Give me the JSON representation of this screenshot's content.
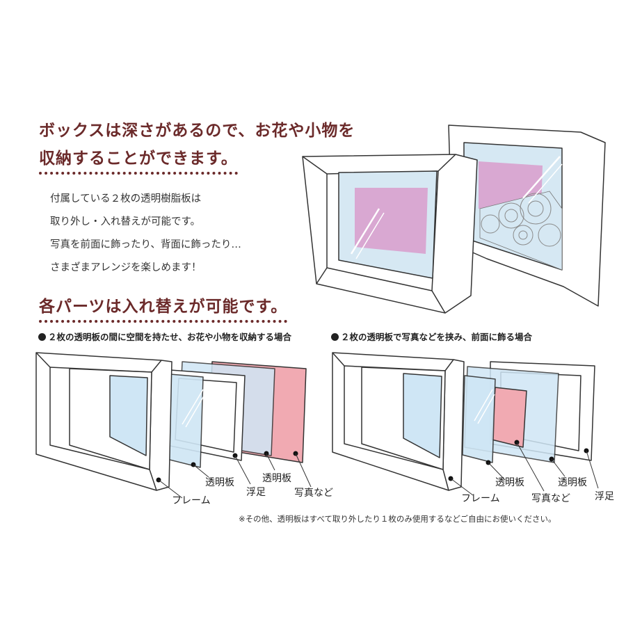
{
  "headings": {
    "line1": "ボックスは深さがあるので、お花や小物を",
    "line2": "収納することができます。",
    "parts": "各パーツは入れ替えが可能です。"
  },
  "intro": [
    "付属している２枚の透明樹脂板は",
    "取り外し・入れ替えが可能です。",
    "写真を前面に飾ったり、背面に飾ったり…",
    "さまざまアレンジを楽しめます！"
  ],
  "left_diagram": {
    "caption": "２枚の透明板の間に空間を持たせ、お花や小物を収納する場合",
    "labels": {
      "frame": "フレーム",
      "clear_panel": "透明板",
      "spacer": "浮足",
      "clear_panel_2": "透明板",
      "photo": "写真など"
    }
  },
  "right_diagram": {
    "caption": "２枚の透明板で写真などを挟み、前面に飾る場合",
    "labels": {
      "frame": "フレーム",
      "clear_panel": "透明板",
      "photo": "写真など",
      "clear_panel_2": "透明板",
      "spacer": "浮足"
    }
  },
  "footnote": "※その他、透明板はすべて取り外したり１枚のみ使用するなどご自由にお使いください。",
  "colors": {
    "heading": "#6b2a2a",
    "outline": "#333333",
    "glass": "#cfe6f5",
    "photo_pink": "#f1aab2",
    "photo_mauve": "#c9a3cc"
  }
}
